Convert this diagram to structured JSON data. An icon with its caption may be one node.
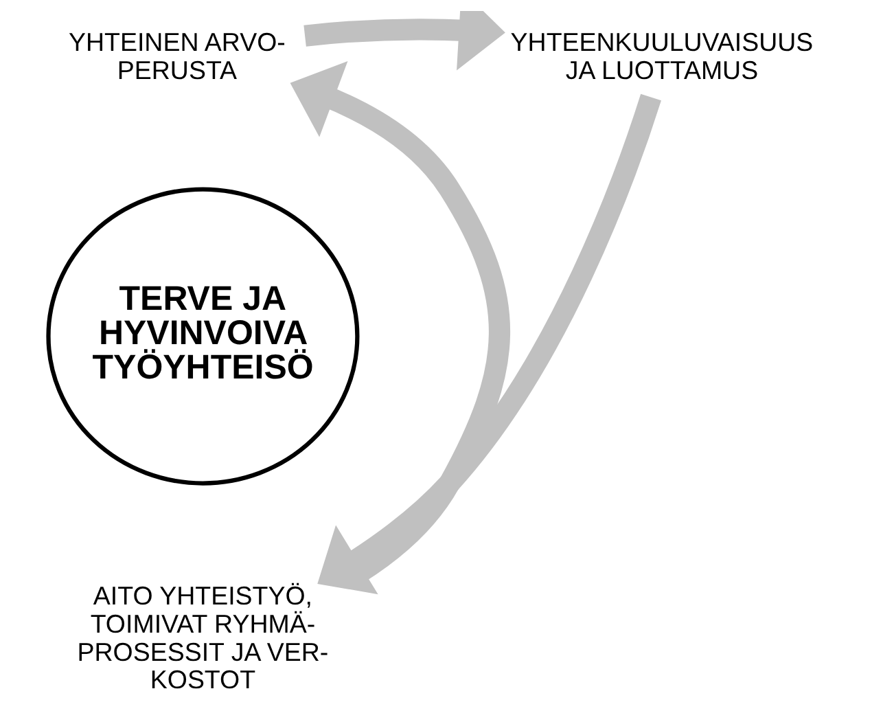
{
  "diagram": {
    "nodes": [
      {
        "text": [
          "TERVE JA HYVINVOIVA TYÖYHTEISÖ"
        ]
      },
      {
        "text": [
          "YHTEINEN ARVO- PERUSTA"
        ]
      },
      {
        "text": [
          "YHTEENKUULUVAISUUS JA LUOTTAMUS"
        ]
      },
      {
        "text": [
          "AITO YHTEISTYÖ, TOIMIVAT RYHMÄ- PROSESSIT JA VER- KOSTOT"
        ]
      }
    ],
    "edges": [
      {
        "from": 1,
        "to": 2,
        "arrow": "to"
      },
      {
        "from": 2,
        "to": 3,
        "arrow": "to"
      },
      {
        "from": 3,
        "to": 1,
        "arrow": "to"
      }
    ]
  }
}
